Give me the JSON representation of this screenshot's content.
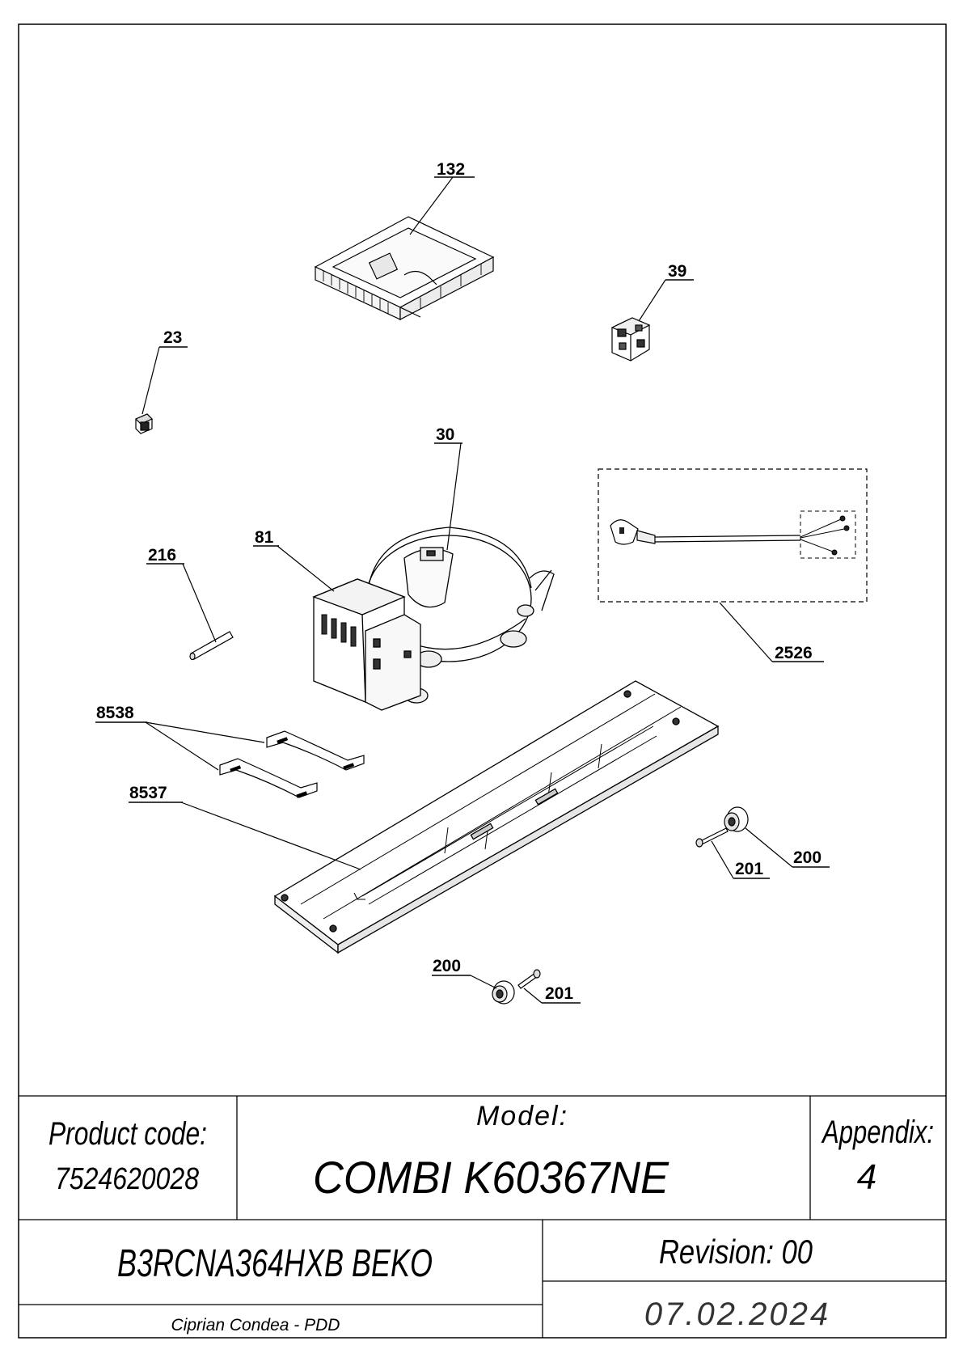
{
  "callouts": {
    "c132": "132",
    "c39": "39",
    "c23": "23",
    "c30": "30",
    "c81": "81",
    "c216": "216",
    "c2526": "2526",
    "c8538": "8538",
    "c8537": "8537",
    "c200a": "200",
    "c201a": "201",
    "c200b": "200",
    "c201b": "201"
  },
  "title_block": {
    "product_code_label": "Product code:",
    "product_code_value": "7524620028",
    "model_label": "Model:",
    "model_value": "COMBI K60367NE",
    "appendix_label": "Appendix:",
    "appendix_value": "4",
    "product_name": "B3RCNA364HXB BEKO",
    "revision": "Revision: 00",
    "author": "Ciprian Condea - PDD",
    "date": "07.02.2024"
  }
}
